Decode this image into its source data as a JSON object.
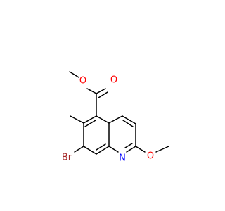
{
  "diagram": {
    "type": "chemical-structure",
    "atoms": [
      {
        "id": "O_carbonyl",
        "label": "O",
        "color": "#FF0000"
      },
      {
        "id": "O_ester",
        "label": "O",
        "color": "#FF0000"
      },
      {
        "id": "O_methoxy",
        "label": "O",
        "color": "#FF0000"
      },
      {
        "id": "Br",
        "label": "Br",
        "color": "#A62929"
      },
      {
        "id": "N",
        "label": "N",
        "color": "#0000FF"
      }
    ]
  }
}
